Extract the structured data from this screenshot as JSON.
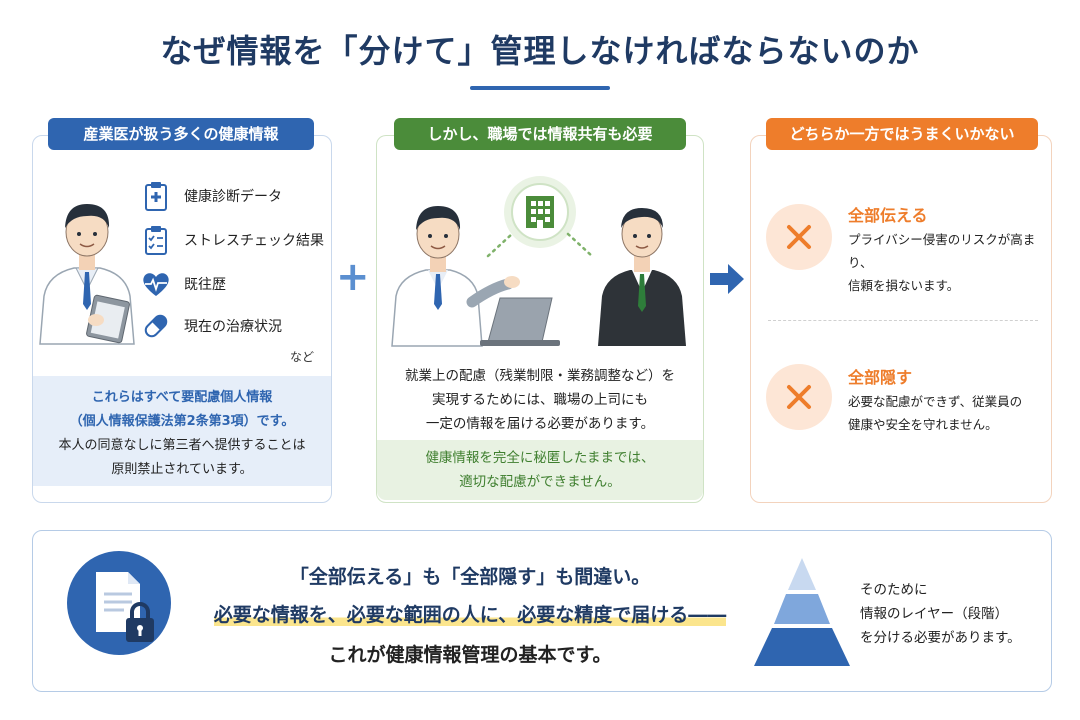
{
  "title": "なぜ情報を「分けて」管理しなければならないのか",
  "left": {
    "header": "産業医が扱う多くの健康情報",
    "items": [
      "健康診断データ",
      "ストレスチェック結果",
      "既往歴",
      "現在の治療状況"
    ],
    "etc": "など",
    "note_emph_1": "これらはすべて要配慮個人情報",
    "note_emph_2": "（個人情報保護法第2条第3項）です。",
    "note_1": "本人の同意なしに第三者へ提供することは",
    "note_2": "原則禁止されています。"
  },
  "middle": {
    "header": "しかし、職場では情報共有も必要",
    "desc_1": "就業上の配慮（残業制限・業務調整など）を",
    "desc_2": "実現するためには、職場の上司にも",
    "desc_3": "一定の情報を届ける必要があります。",
    "note_1": "健康情報を完全に秘匿したままでは、",
    "note_2": "適切な配慮ができません。"
  },
  "right": {
    "header": "どちらか一方ではうまくいかない",
    "option1_title": "全部伝える",
    "option1_desc_1": "プライバシー侵害のリスクが高まり、",
    "option1_desc_2": "信頼を損ないます。",
    "option2_title": "全部隠す",
    "option2_desc_1": "必要な配慮ができず、従業員の",
    "option2_desc_2": "健康や安全を守れません。"
  },
  "bottom": {
    "line1": "「全部伝える」も「全部隠す」も間違い。",
    "line2": "必要な情報を、必要な範囲の人に、必要な精度で届ける――",
    "line3": "これが健康情報管理の基本です。",
    "side_1": "そのために",
    "side_2": "情報のレイヤー（段階）",
    "side_3": "を分ける必要があります。"
  },
  "colors": {
    "navy": "#1f3a63",
    "blue": "#2f65b0",
    "green": "#4b8c3a",
    "orange": "#ee7d2b",
    "highlight": "#fbe58d"
  },
  "icons": {
    "list": [
      "medical-clipboard-icon",
      "checklist-icon",
      "heart-pulse-icon",
      "capsule-icon"
    ],
    "building": "building-icon",
    "cross": "cross-icon",
    "arrow": "arrow-right-icon",
    "plus": "plus-icon",
    "document_lock": "document-lock-icon",
    "pyramid": "pyramid-icon"
  }
}
